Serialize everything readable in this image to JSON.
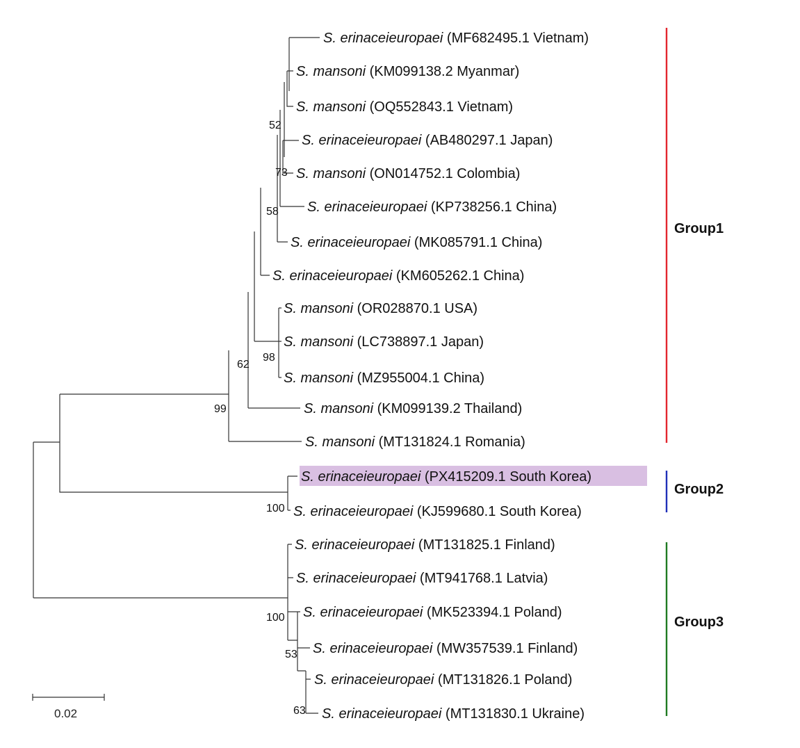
{
  "tree": {
    "leaves": [
      {
        "species": "S. erinaceieuropaei",
        "accession": "(MF682495.1 Vietnam)"
      },
      {
        "species": "S. mansoni",
        "accession": "(KM099138.2 Myanmar)"
      },
      {
        "species": "S. mansoni",
        "accession": "(OQ552843.1 Vietnam)"
      },
      {
        "species": "S. erinaceieuropaei",
        "accession": "(AB480297.1 Japan)"
      },
      {
        "species": "S. mansoni",
        "accession": "(ON014752.1 Colombia)"
      },
      {
        "species": "S. erinaceieuropaei",
        "accession": "(KP738256.1 China)"
      },
      {
        "species": "S. erinaceieuropaei",
        "accession": "(MK085791.1 China)"
      },
      {
        "species": "S. erinaceieuropaei",
        "accession": "(KM605262.1 China)"
      },
      {
        "species": "S. mansoni",
        "accession": "(OR028870.1 USA)"
      },
      {
        "species": "S. mansoni",
        "accession": "(LC738897.1 Japan)"
      },
      {
        "species": "S. mansoni",
        "accession": "(MZ955004.1 China)"
      },
      {
        "species": "S. mansoni",
        "accession": "(KM099139.2 Thailand)"
      },
      {
        "species": "S. mansoni",
        "accession": "(MT131824.1 Romania)"
      },
      {
        "species": "S. erinaceieuropaei",
        "accession": "(PX415209.1 South Korea)",
        "highlighted": true
      },
      {
        "species": "S. erinaceieuropaei",
        "accession": "(KJ599680.1 South Korea)"
      },
      {
        "species": "S. erinaceieuropaei",
        "accession": "(MT131825.1 Finland)"
      },
      {
        "species": "S. erinaceieuropaei",
        "accession": "(MT941768.1 Latvia)"
      },
      {
        "species": "S. erinaceieuropaei",
        "accession": "(MK523394.1 Poland)"
      },
      {
        "species": "S. erinaceieuropaei",
        "accession": "(MW357539.1 Finland)"
      },
      {
        "species": "S. erinaceieuropaei",
        "accession": "(MT131826.1 Poland)"
      },
      {
        "species": "S. erinaceieuropaei",
        "accession": "(MT131830.1 Ukraine)"
      }
    ],
    "support_values": [
      "52",
      "73",
      "58",
      "98",
      "62",
      "99",
      "100",
      "100",
      "53",
      "63"
    ],
    "highlight_color": "#d9bfe2"
  },
  "groups": [
    {
      "label": "Group1",
      "color": "#e3262e",
      "first_leaf": 0,
      "last_leaf": 12
    },
    {
      "label": "Group2",
      "color": "#1f2fb8",
      "first_leaf": 13,
      "last_leaf": 14
    },
    {
      "label": "Group3",
      "color": "#1f7a22",
      "first_leaf": 15,
      "last_leaf": 20
    }
  ],
  "scale_bar": {
    "label": "0.02"
  }
}
